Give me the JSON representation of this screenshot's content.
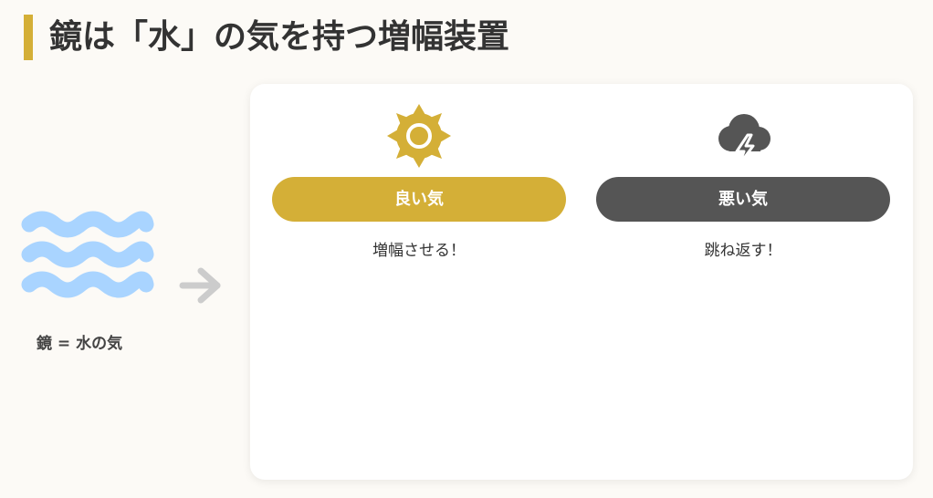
{
  "header": {
    "title": "鏡は「水」の気を持つ増幅装置"
  },
  "left_panel": {
    "water_icon": "water-waves-icon",
    "arrow_icon": "arrow-right-icon",
    "label": "鏡 = 水の気"
  },
  "card": {
    "good": {
      "icon": "sun-icon",
      "label": "良い気",
      "description": "増幅させる！"
    },
    "bad": {
      "icon": "storm-cloud-icon",
      "label": "悪い気",
      "description": "跳ね返す！"
    }
  },
  "colors": {
    "accent_gold": "#d4af37",
    "dark_gray": "#555555",
    "water_blue": "#a9d4ff",
    "arrow_gray": "#cccccc",
    "background": "#fcfaf6"
  }
}
